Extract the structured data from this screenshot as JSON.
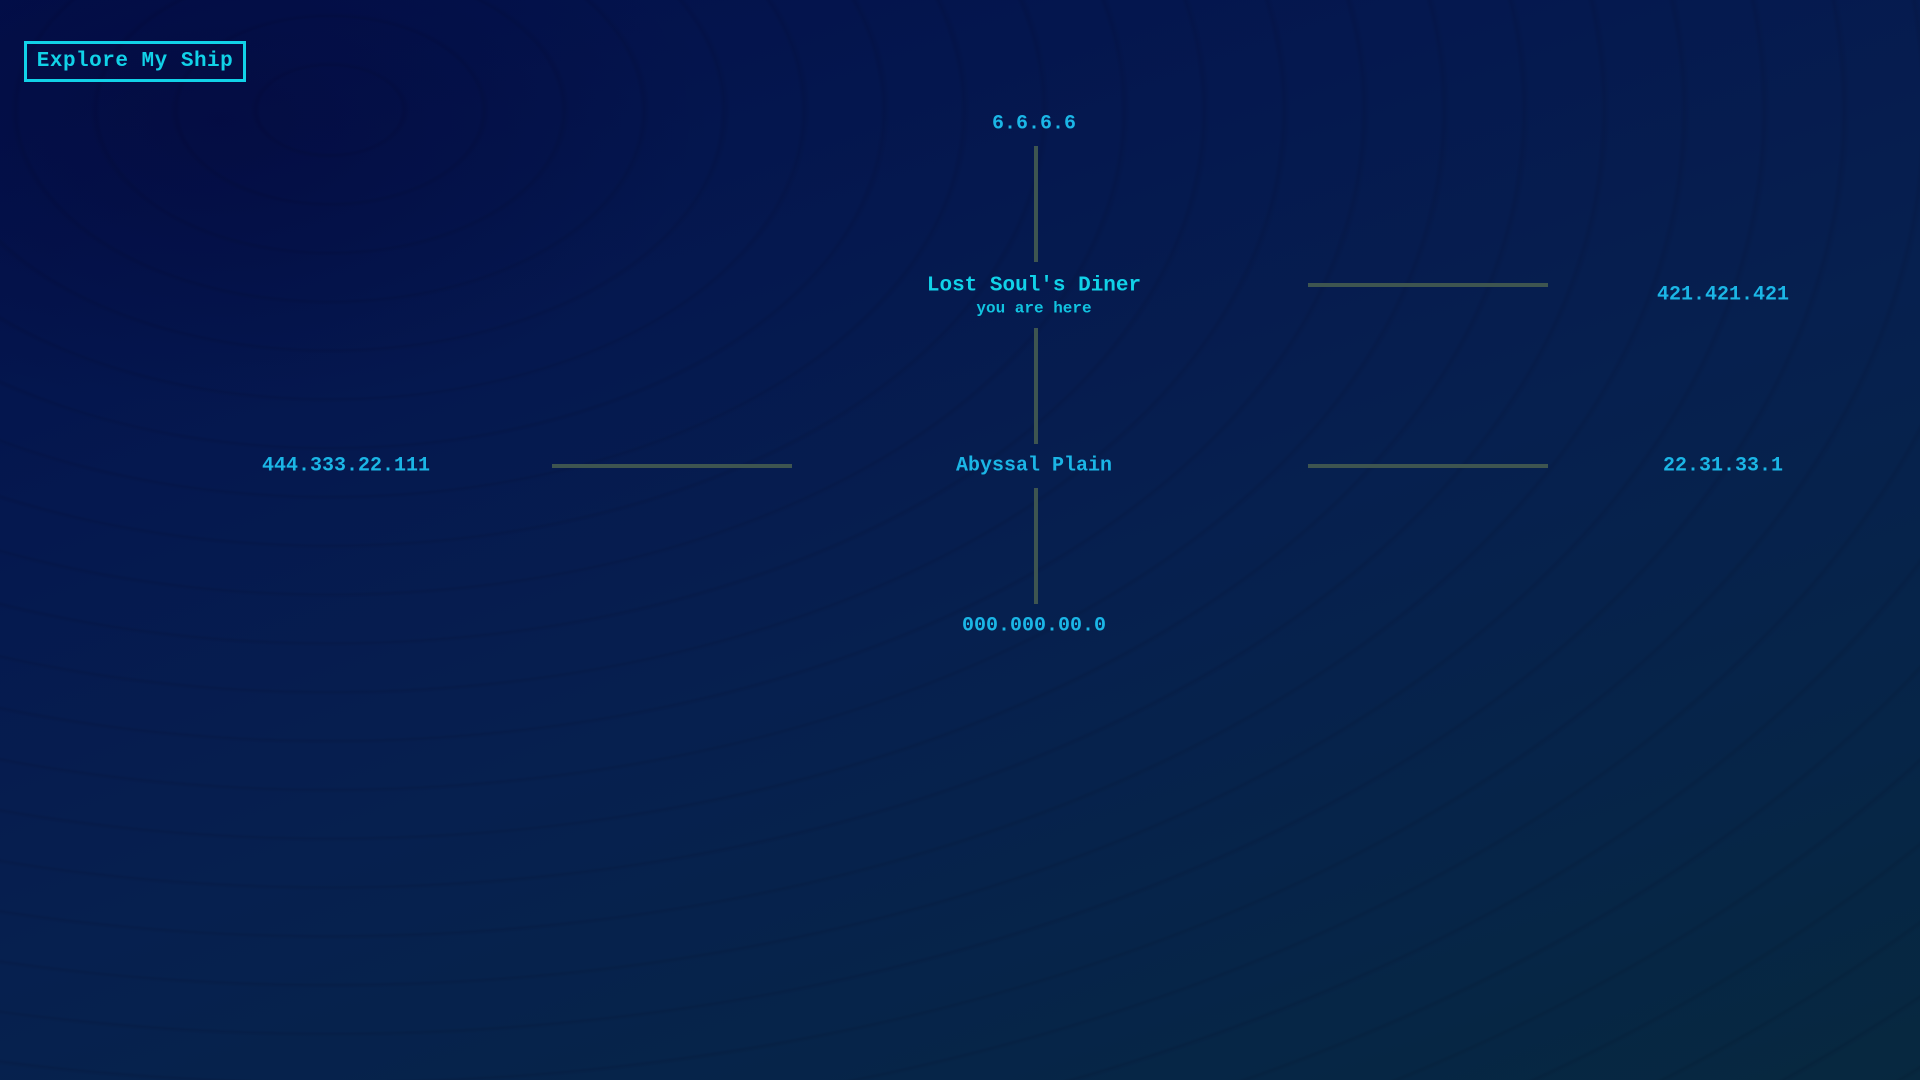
{
  "nav": {
    "explore_label": "Explore My Ship"
  },
  "map": {
    "current": {
      "name": "Lost Soul's Diner",
      "subtitle": "you are here"
    },
    "nodes": {
      "north": "6.6.6.6",
      "east_upper": "421.421.421",
      "center_lower": "Abyssal Plain",
      "west": "444.333.22.111",
      "east_lower": "22.31.33.1",
      "south": "000.000.00.0"
    }
  },
  "colors": {
    "accent": "#11d2e8",
    "node_text": "#1bb6e6",
    "link": "#3e5550",
    "background": "#05184f"
  }
}
